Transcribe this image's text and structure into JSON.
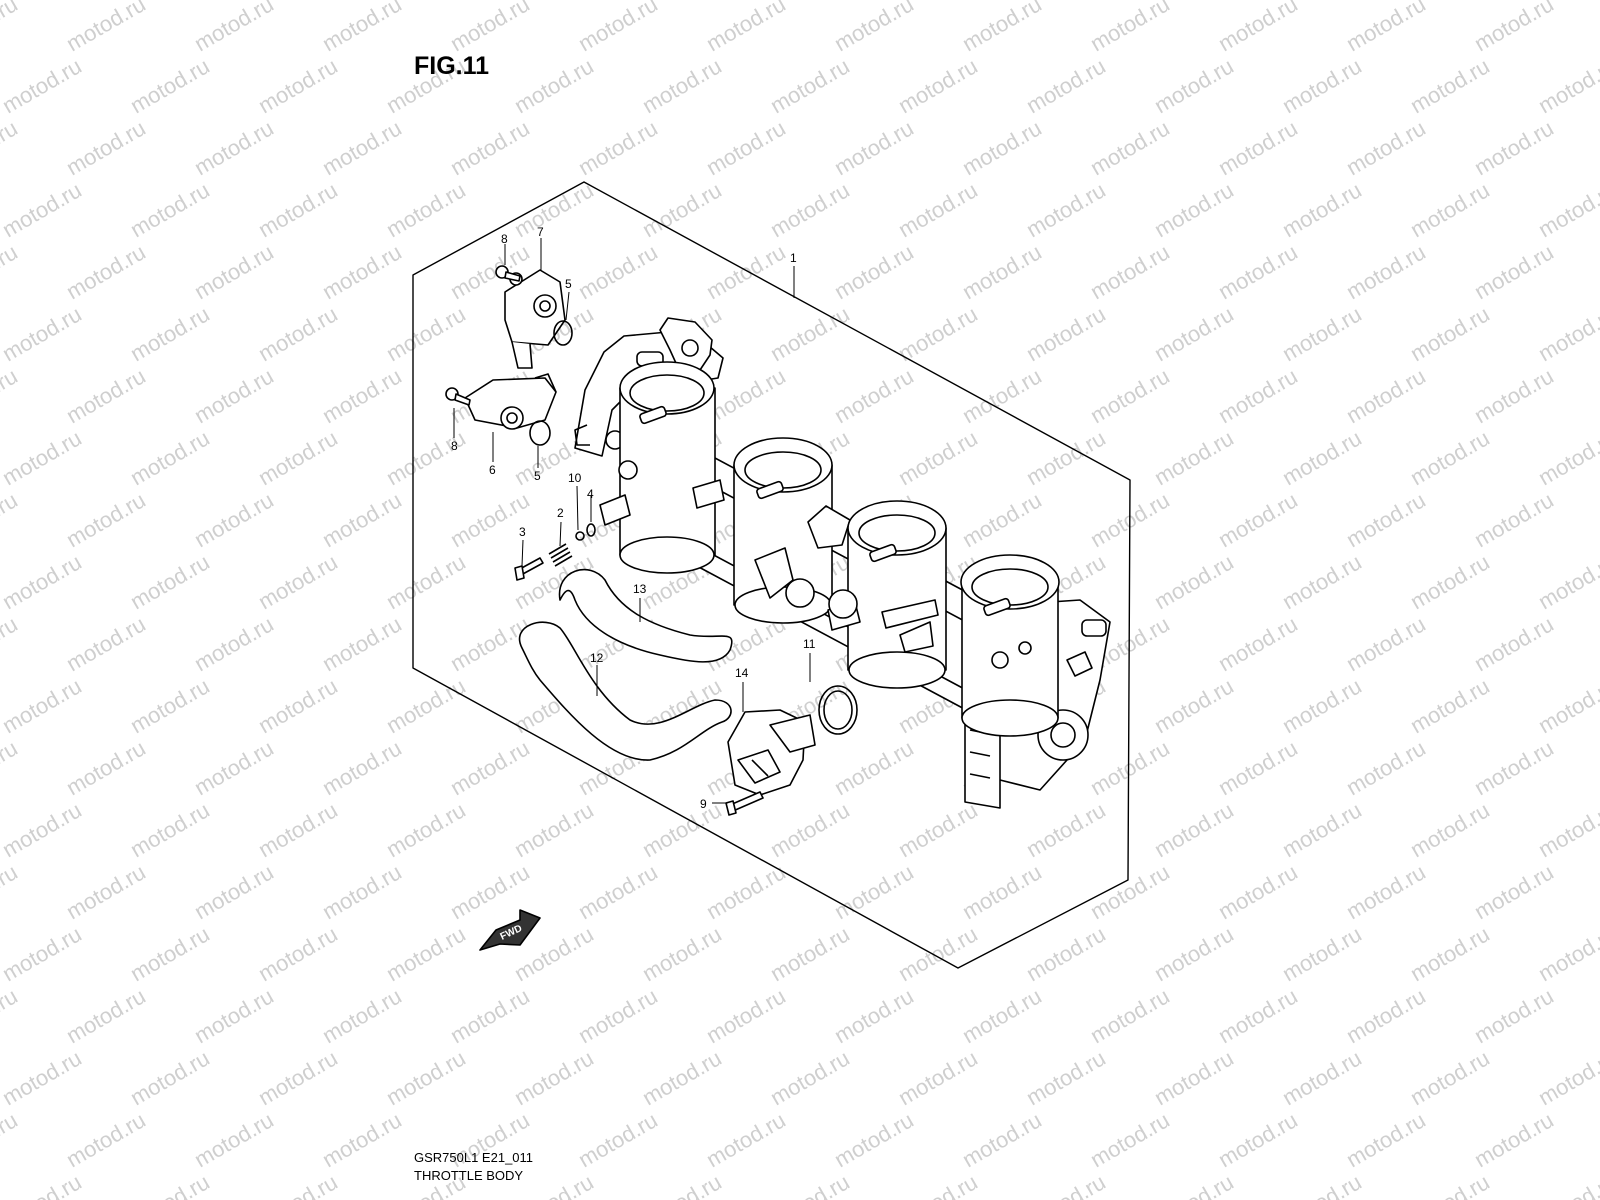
{
  "figure": {
    "title": "FIG.11",
    "caption_code": "GSR750L1 E21_011",
    "caption_name": "THROTTLE BODY"
  },
  "watermark": {
    "text": "motod.ru"
  },
  "arrow": {
    "label": "FWD"
  },
  "callouts": [
    "1",
    "2",
    "3",
    "4",
    "5",
    "5",
    "6",
    "7",
    "8",
    "8",
    "9",
    "10",
    "11",
    "12",
    "13",
    "14"
  ],
  "colors": {
    "line": "#000000",
    "watermark": "#cfcfcf",
    "background": "#ffffff"
  }
}
